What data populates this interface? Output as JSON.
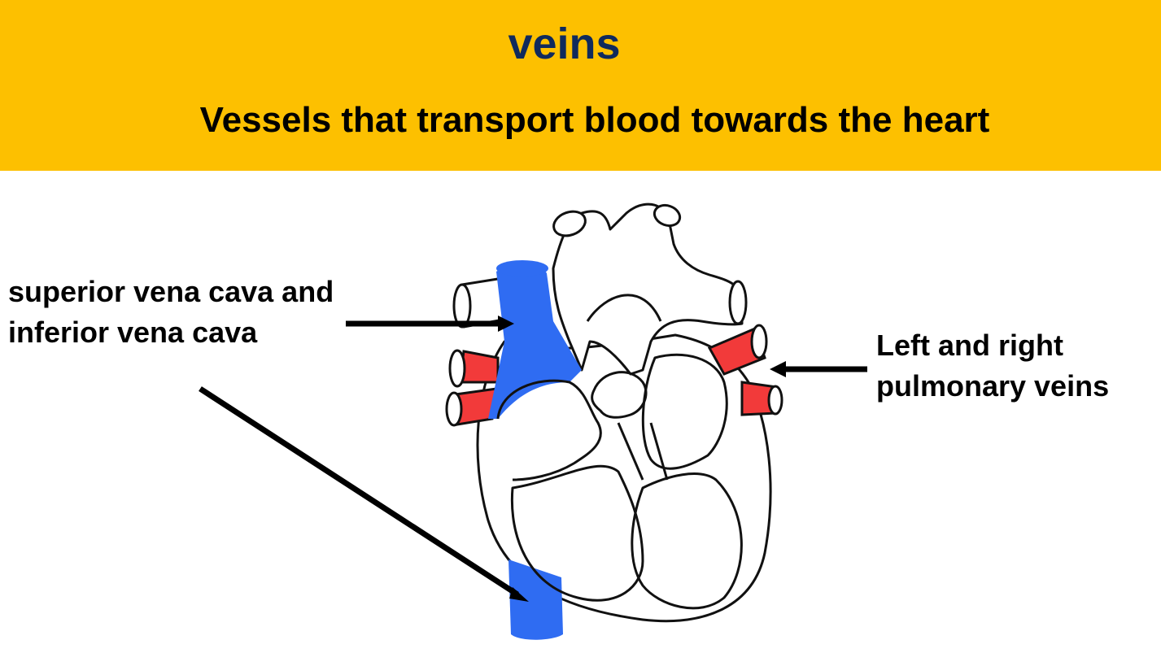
{
  "header": {
    "title": "veins",
    "subtitle": "Vessels that transport blood towards the heart"
  },
  "labels": {
    "vena_cava": {
      "line1": "superior vena cava and",
      "line2": "inferior vena cava"
    },
    "pulmonary_veins": {
      "line1": "Left and right",
      "line2": "pulmonary veins"
    }
  },
  "icons": [
    "heart-diagram",
    "arrow"
  ],
  "colors": {
    "banner": "#fdc000",
    "title": "#102a5c",
    "text": "#000000",
    "vein_blue": "#2f6cf2",
    "vein_red": "#f23a3a",
    "outline": "#111111"
  }
}
